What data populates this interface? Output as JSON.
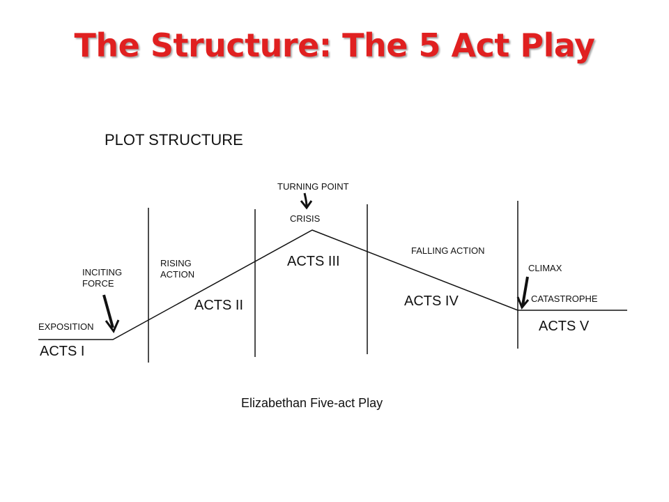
{
  "slide": {
    "title": "The Structure: The 5 Act Play",
    "title_color": "#e02020"
  },
  "diagram": {
    "heading": "PLOT STRUCTURE",
    "caption": "Elizabethan Five-act Play",
    "acts": {
      "act1": "ACTS I",
      "act2": "ACTS II",
      "act3": "ACTS III",
      "act4": "ACTS IV",
      "act5": "ACTS V"
    },
    "labels": {
      "exposition": "EXPOSITION",
      "inciting_line1": "INCITING",
      "inciting_line2": "FORCE",
      "rising_line1": "RISING",
      "rising_line2": "ACTION",
      "turning_point": "TURNING POINT",
      "crisis": "CRISIS",
      "falling_action": "FALLING ACTION",
      "climax": "CLIMAX",
      "catastrophe": "CATASTROPHE"
    },
    "line_color": "#111111"
  }
}
